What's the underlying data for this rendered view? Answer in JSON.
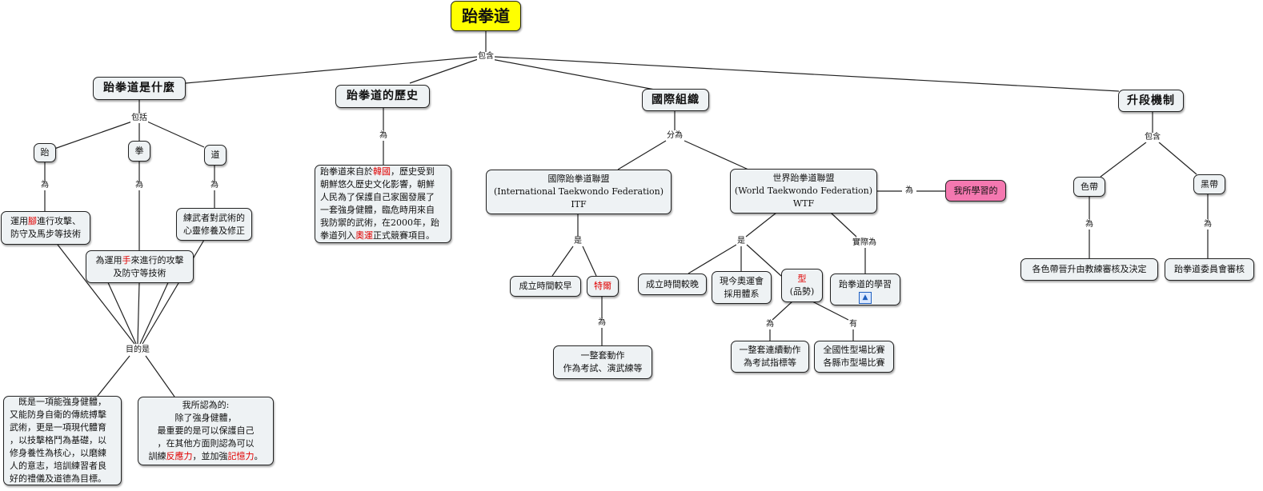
{
  "root": "跆拳道",
  "links": {
    "root_contains": "包含",
    "what_includes": "包括",
    "is": "為",
    "purpose": "目的是",
    "divide": "分為",
    "yes": "是",
    "actually": "實際為",
    "has": "有",
    "contains2": "包含"
  },
  "branches": {
    "what": "跆拳道是什麼",
    "history": "跆拳道的歷史",
    "orgs": "國際組織",
    "rank": "升段機制"
  },
  "what": {
    "tai": "跆",
    "quan": "拳",
    "dao": "道",
    "tai_desc": {
      "pre": "運用",
      "red": "腳",
      "post": "進行攻擊、",
      "line2": "防守及馬步等技術"
    },
    "quan_desc": {
      "pre": "為運用",
      "red": "手",
      "post": "來進行的攻擊",
      "line2": "及防守等技術"
    },
    "dao_desc": {
      "line1": "練武者對武術的",
      "line2": "心靈修養及修正"
    },
    "purpose1": [
      "既是一項能強身健體，",
      "又能防身自衛的傳統搏擊",
      "武術，更是一項現代體育",
      "，以技擊格鬥為基礎，以",
      "修身養性為核心，以磨練",
      "人的意志，培訓練習者良",
      "好的禮儀及道德為目標。"
    ],
    "purpose2": {
      "l1": "我所認為的:",
      "l2": "除了強身健體，",
      "l3": "最重要的是可以保護自己",
      "l4": "，在其他方面則認為可以",
      "l5_pre": "訓練",
      "l5_red1": "反應力",
      "l5_mid": "，並加強",
      "l5_red2": "記憶力",
      "l5_post": "。"
    }
  },
  "history": {
    "l1_pre": "跆拳道來自於",
    "l1_red": "韓國",
    "l1_post": "，歷史受到",
    "l2": "朝鮮悠久歷史文化影響，朝鮮",
    "l3": "人民為了保護自己家園發展了",
    "l4": "一套強身健體，臨危時用來自",
    "l5": "我防禦的武術，在2000年，跆",
    "l6_pre": "拳道列入",
    "l6_red": "奧運",
    "l6_post": "正式競賽項目。"
  },
  "itf": {
    "l1": "國際跆拳道聯盟",
    "l2": "(International Taekwondo Federation)",
    "l3": "ITF",
    "early": "成立時間較早",
    "special": "特爾",
    "special_desc": {
      "l1": "一整套動作",
      "l2": "作為考試、演武練等"
    }
  },
  "wtf": {
    "l1": "世界跆拳道聯盟",
    "l2": "(World Taekwondo Federation)",
    "l3": "WTF",
    "mine": "我所學習的",
    "late": "成立時間較晚",
    "olympic": {
      "l1": "現今奧運會",
      "l2": "採用體系"
    },
    "form": {
      "l1": "型",
      "l2": "(品勢)"
    },
    "learn": "跆拳道的學習",
    "form_desc": {
      "l1": "一整套連續動作",
      "l2": "為考試指標等"
    },
    "form_comp": {
      "l1": "全國性型場比賽",
      "l2": "各縣市型場比賽"
    }
  },
  "rank": {
    "color_belt": "色帶",
    "black_belt": "黑帶",
    "color_desc": "各色帶晉升由教練審核及決定",
    "black_desc": "跆拳道委員會審核"
  },
  "colors": {
    "root": "#ffff00",
    "node": "#eef2f4",
    "highlight": "#f478b0",
    "emphasis": "#e00000"
  },
  "icons": {
    "learn": "tree-structure-icon"
  }
}
